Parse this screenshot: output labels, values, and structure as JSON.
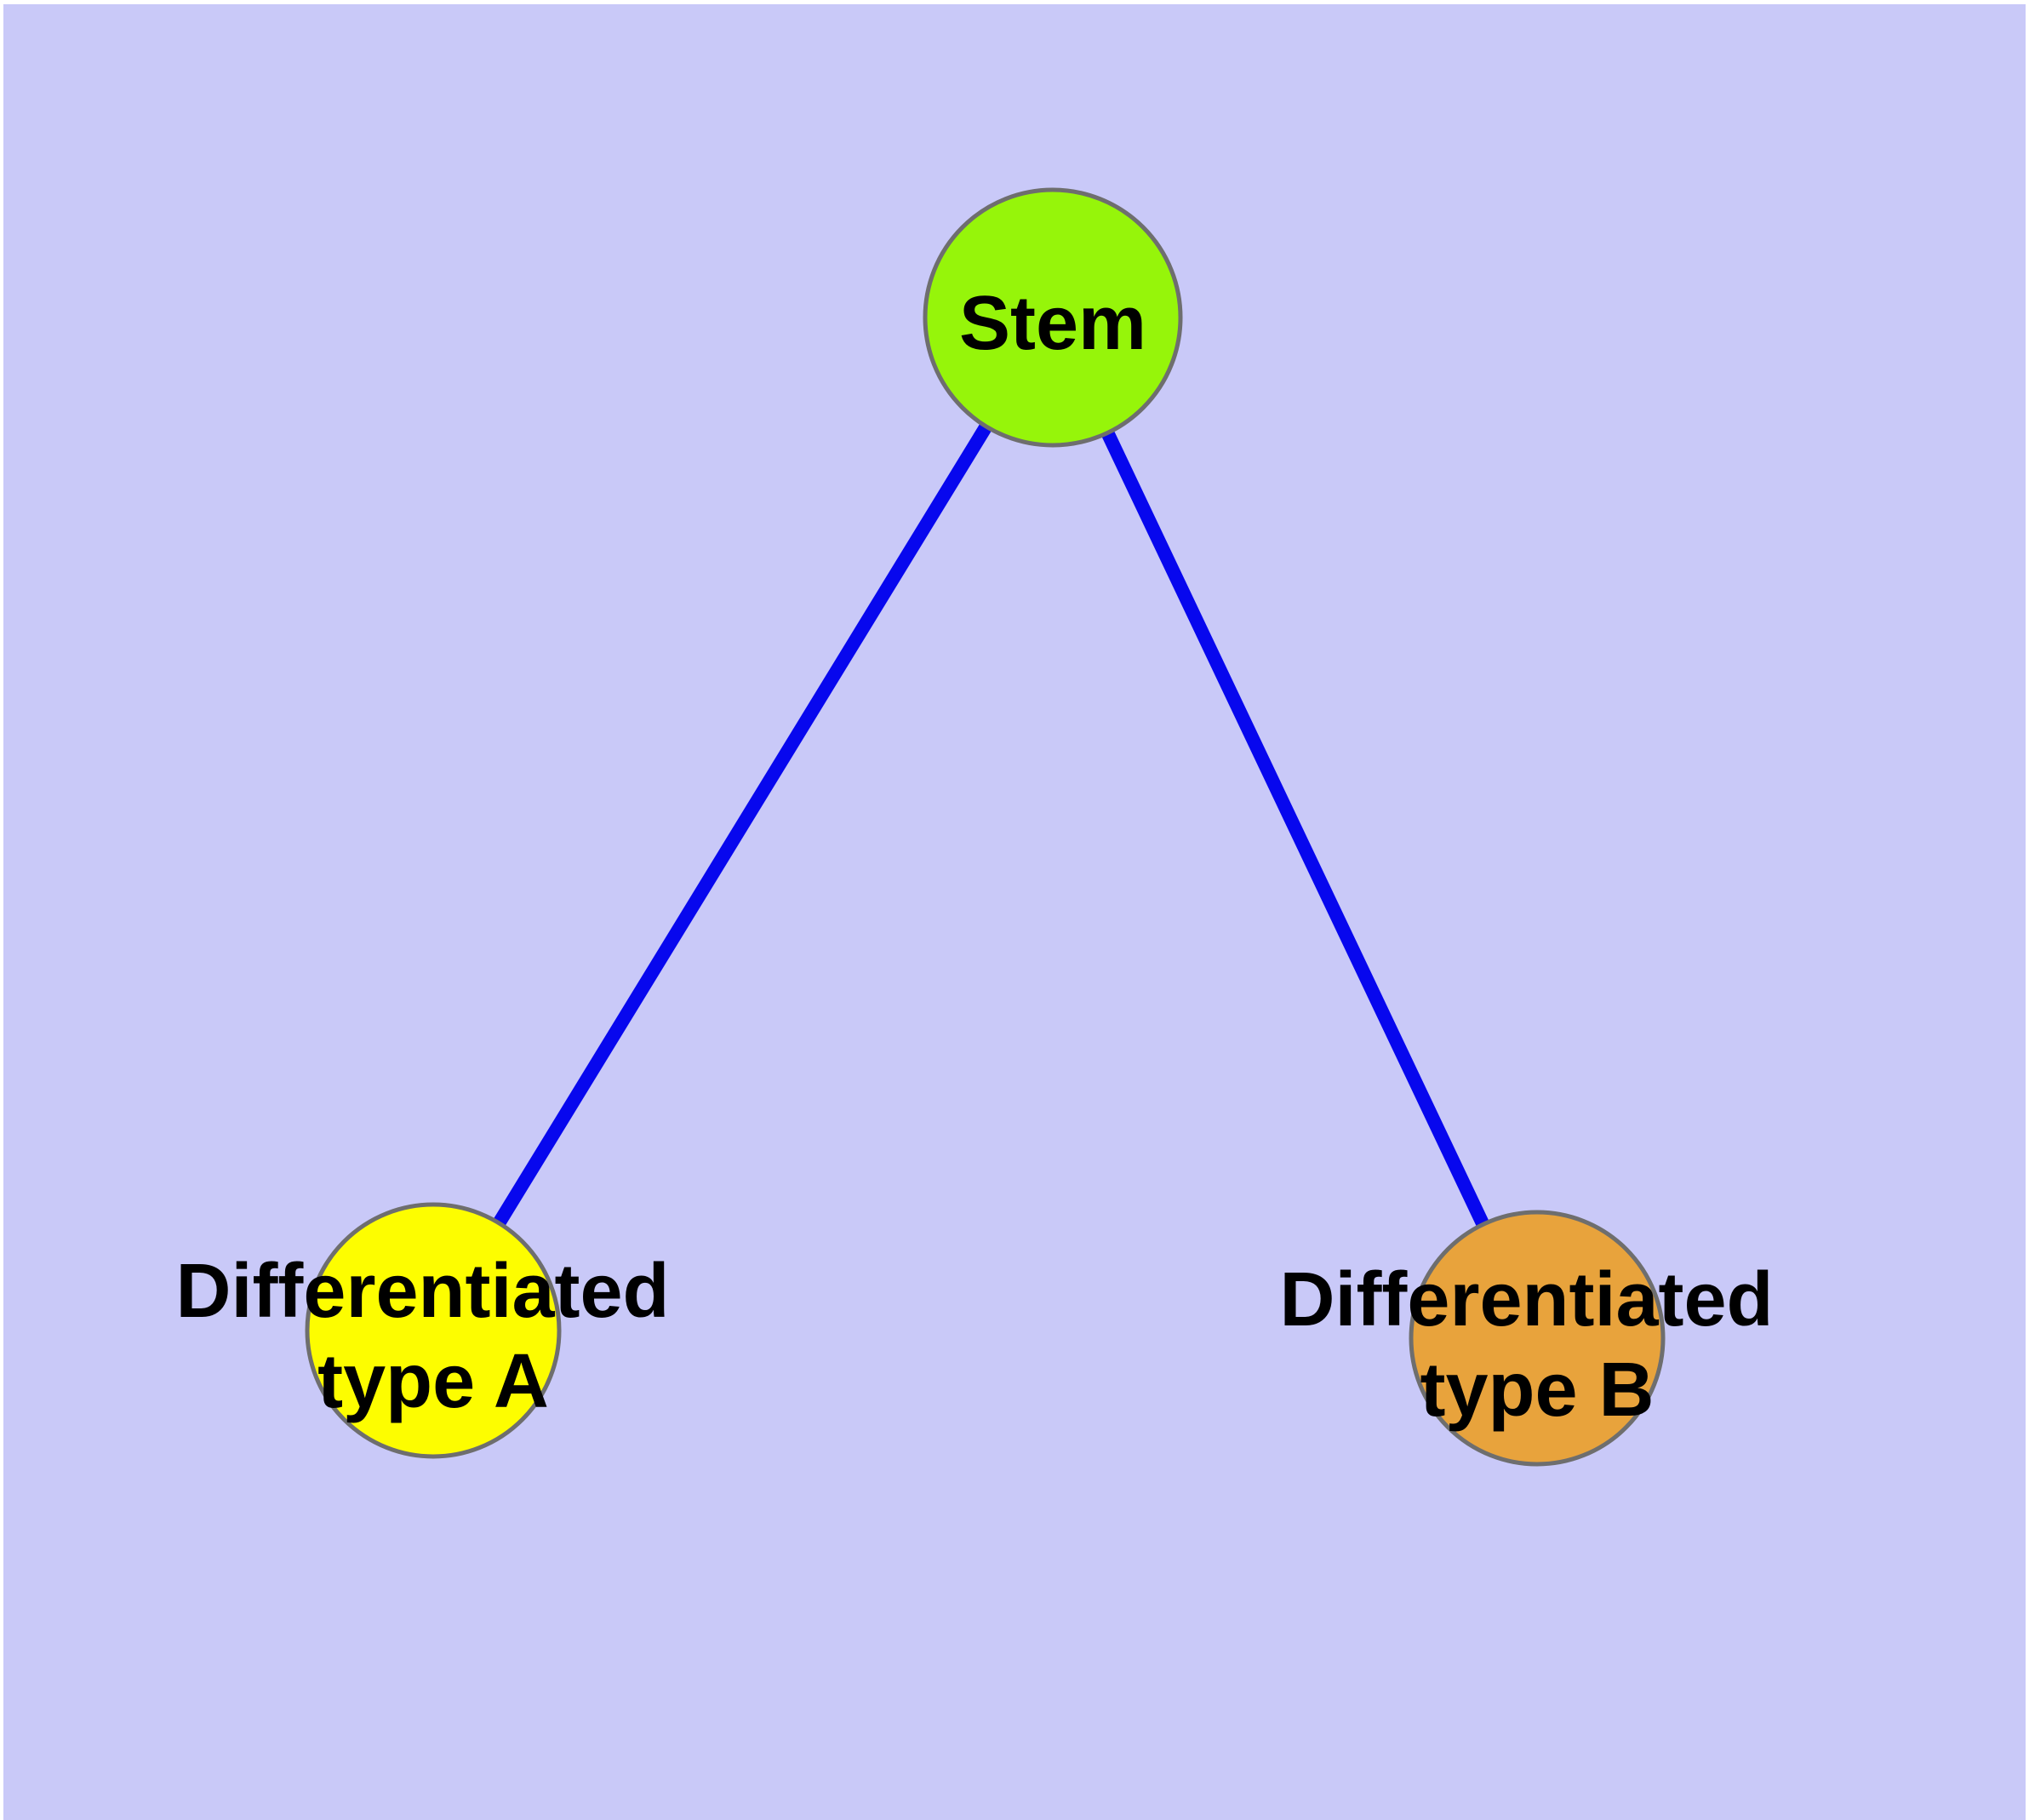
{
  "diagram": {
    "type": "node-link-graph",
    "background_color": "#c9c9f8",
    "margin_color": "#ffffff",
    "edge_color": "#0707ee",
    "node_border_color": "#6e6e6e",
    "label_color": "#000000",
    "nodes": [
      {
        "id": "stem",
        "label": "Stem",
        "lines": [
          "Stem"
        ],
        "color": "#96f50a"
      },
      {
        "id": "differentiated-type-a",
        "label": "Differentiated type A",
        "lines": [
          "Differentiated",
          "type A"
        ],
        "color": "#fdfd00"
      },
      {
        "id": "differentiated-type-b",
        "label": "Differentiated type B",
        "lines": [
          "Differentiated",
          "type B"
        ],
        "color": "#e8a33c"
      }
    ],
    "edges": [
      {
        "from": "Stem",
        "to": "Differentiated type A"
      },
      {
        "from": "Stem",
        "to": "Differentiated type B"
      }
    ]
  }
}
